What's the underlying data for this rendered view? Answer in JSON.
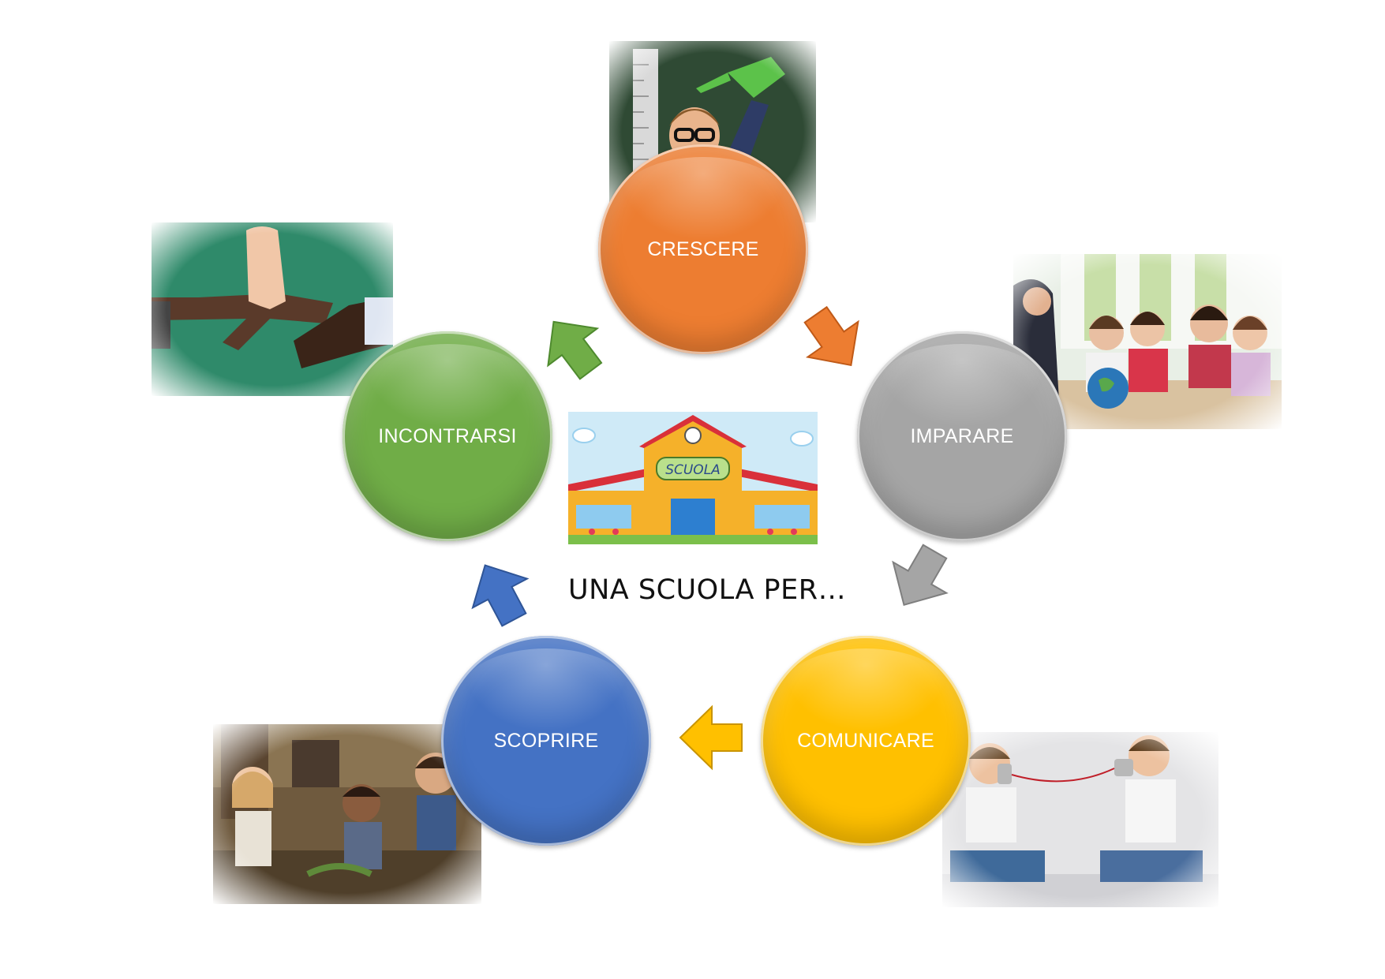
{
  "center": {
    "title": "UNA SCUOLA PER…"
  },
  "school_image": {
    "sign": "SCUOLA"
  },
  "steps": [
    {
      "id": "crescere",
      "label": "CRESCERE",
      "color": "#ED7D31",
      "photo": "child-watering-can-photo"
    },
    {
      "id": "imparare",
      "label": "IMPARARE",
      "color": "#A5A5A5",
      "photo": "children-with-globe-photo"
    },
    {
      "id": "comunicare",
      "label": "COMUNICARE",
      "color": "#FFC000",
      "photo": "tin-can-telephone-photo"
    },
    {
      "id": "scoprire",
      "label": "SCOPRIRE",
      "color": "#4472C4",
      "photo": "children-exploring-nature-photo"
    },
    {
      "id": "incontrarsi",
      "label": "INCONTRARSI",
      "color": "#70AD47",
      "photo": "hands-meeting-photo"
    }
  ],
  "arrows": [
    {
      "from": "incontrarsi",
      "to": "crescere",
      "color": "#70AD47"
    },
    {
      "from": "crescere",
      "to": "imparare",
      "color": "#ED7D31"
    },
    {
      "from": "imparare",
      "to": "comunicare",
      "color": "#A5A5A5"
    },
    {
      "from": "comunicare",
      "to": "scoprire",
      "color": "#FFC000"
    },
    {
      "from": "scoprire",
      "to": "incontrarsi",
      "color": "#4472C4"
    }
  ]
}
